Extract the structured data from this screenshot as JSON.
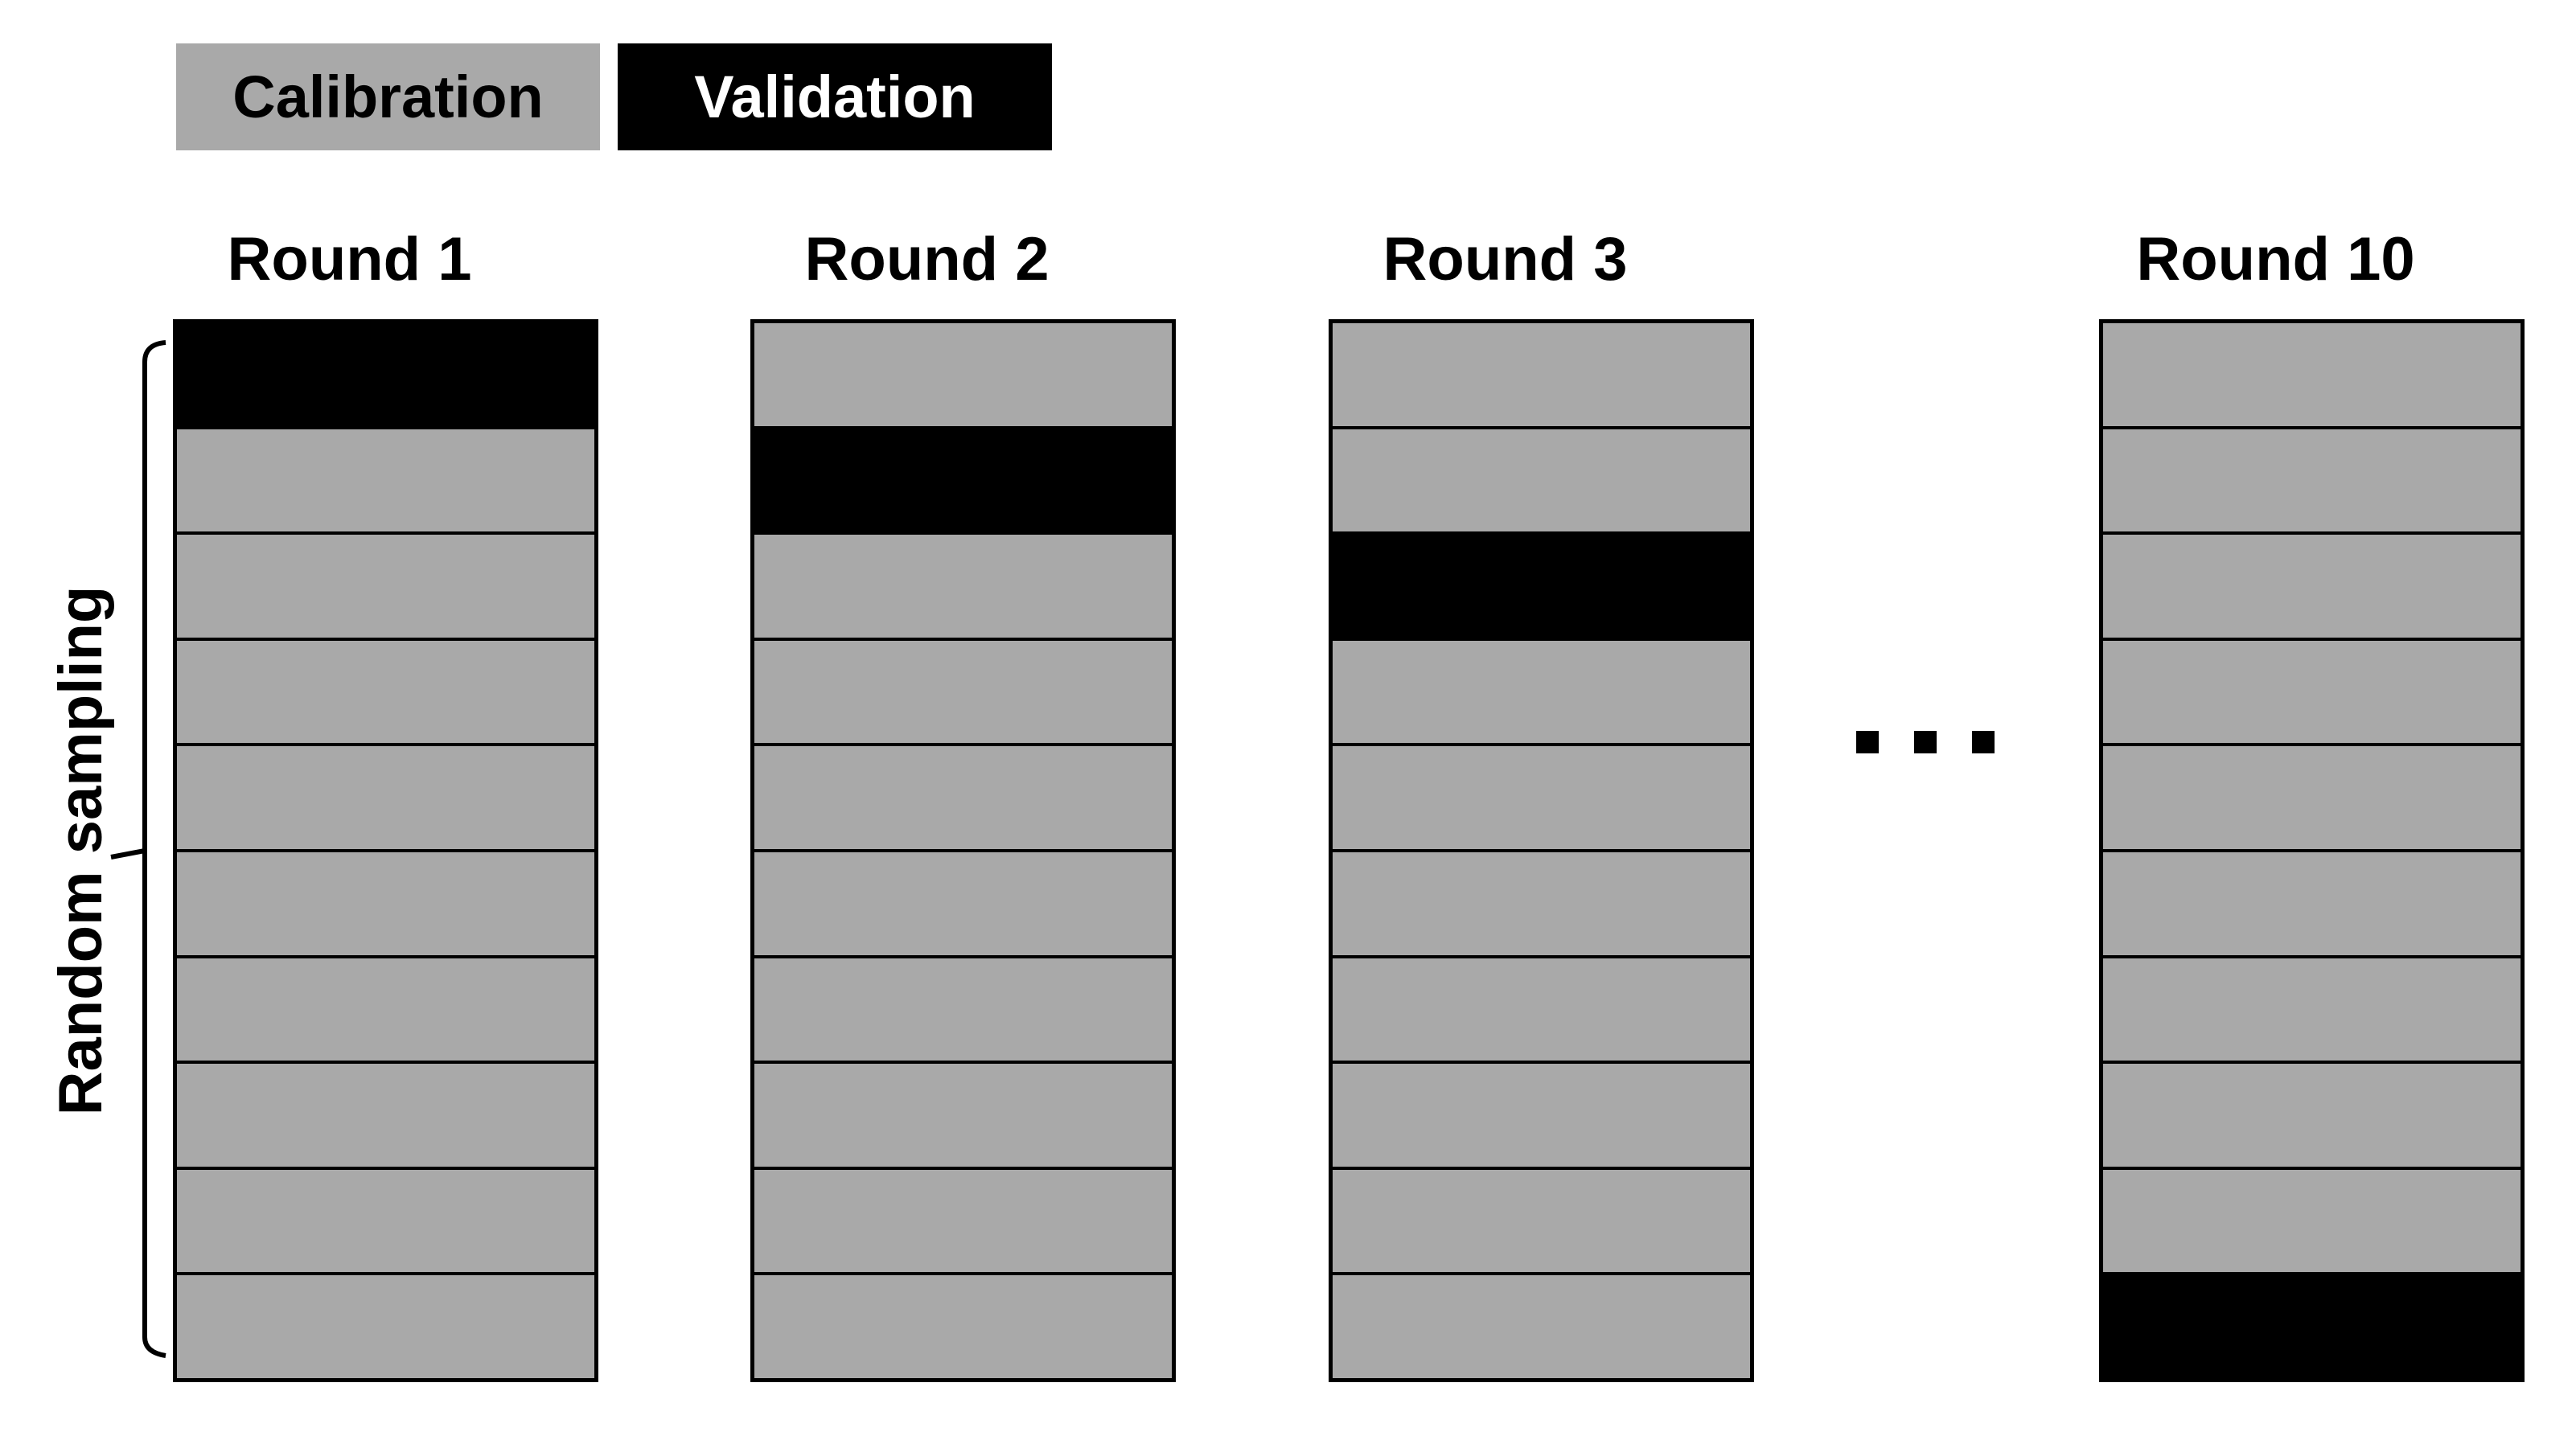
{
  "legend": {
    "calibration": {
      "label": "Calibration"
    },
    "validation": {
      "label": "Validation"
    }
  },
  "colors": {
    "calibration": "#A9A9A9",
    "validation": "#000000",
    "border": "#000000"
  },
  "sampling_label": "Random sampling",
  "rounds": [
    {
      "title": "Round 1",
      "total_rows": 10,
      "validation_row": 1
    },
    {
      "title": "Round 2",
      "total_rows": 10,
      "validation_row": 2
    },
    {
      "title": "Round 3",
      "total_rows": 10,
      "validation_row": 3
    },
    {
      "title": "Round 10",
      "total_rows": 10,
      "validation_row": 10
    }
  ],
  "ellipsis": {
    "count": 3
  }
}
